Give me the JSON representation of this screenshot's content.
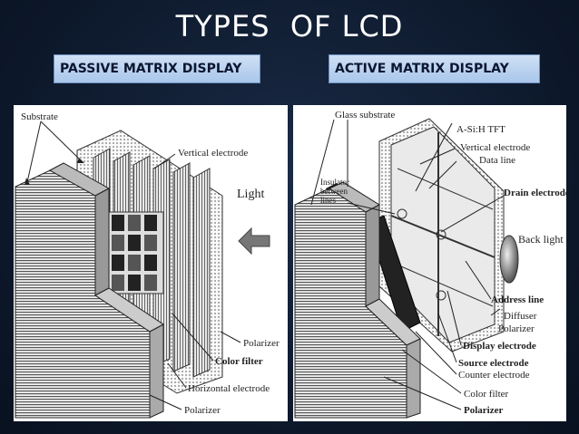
{
  "title": "TYPES  OF LCD",
  "passive": {
    "heading": "PASSIVE MATRIX DISPLAY",
    "labels": {
      "substrate": "Substrate",
      "vertical_electrode": "Vertical electrode",
      "light": "Light",
      "polarizer_right": "Polarizer",
      "color_filter": "Color filter",
      "horizontal_electrode": "Horizontal electrode",
      "polarizer_bottom": "Polarizer"
    }
  },
  "active": {
    "heading": "ACTIVE MATRIX DISPLAY",
    "labels": {
      "glass_substrate": "Glass substrate",
      "tft": "A-Si:H TFT",
      "vertical_electrode": "Vertical electrode",
      "data_line": "Data line",
      "insulator_1": "Insulator",
      "insulator_2": "between",
      "insulator_3": "lines",
      "drain_electrode": "Drain electrode",
      "back_light": "Back light",
      "address_line": "Address line",
      "diffuser": "Diffuser",
      "polarizer_right": "Polarizer",
      "display_electrode": "Display electrode",
      "source_electrode": "Source electrode",
      "counter_electrode": "Counter electrode",
      "color_filter": "Color filter",
      "polarizer_bottom": "Polarizer"
    }
  }
}
